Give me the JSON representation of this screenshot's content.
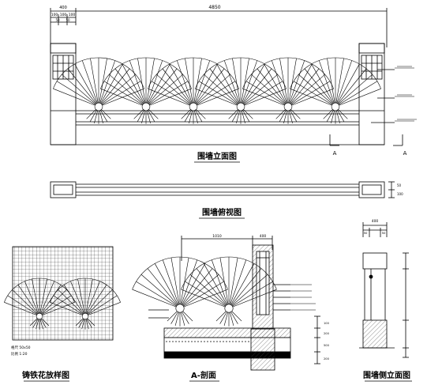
{
  "titles": {
    "elevation": "围墙立面图",
    "plan": "围墙俯视图",
    "iron_pattern": "铸铁花放样图",
    "section": "A-剖面",
    "side_elevation": "围墙侧立面图"
  },
  "elevation": {
    "overall_width": "4850",
    "pillar_width": "400",
    "pillar_sub_dims": [
      "100",
      "100",
      "100"
    ],
    "pillar_sub_dims_2": [
      "50",
      "50"
    ],
    "section_marker": "A",
    "fan_count": 6
  },
  "plan": {
    "right_dims": [
      "50",
      "100"
    ]
  },
  "section": {
    "top_width": "1010",
    "pillar_width": "400",
    "right_heights": [
      "100",
      "200",
      "500",
      "200"
    ]
  },
  "side": {
    "top_dims": [
      "400",
      "50",
      "50"
    ]
  },
  "pattern": {
    "scale_notes": [
      "格尺 50x50",
      "比例 1:20"
    ]
  },
  "colors": {
    "line": "#000000",
    "hatch": "#555555"
  }
}
